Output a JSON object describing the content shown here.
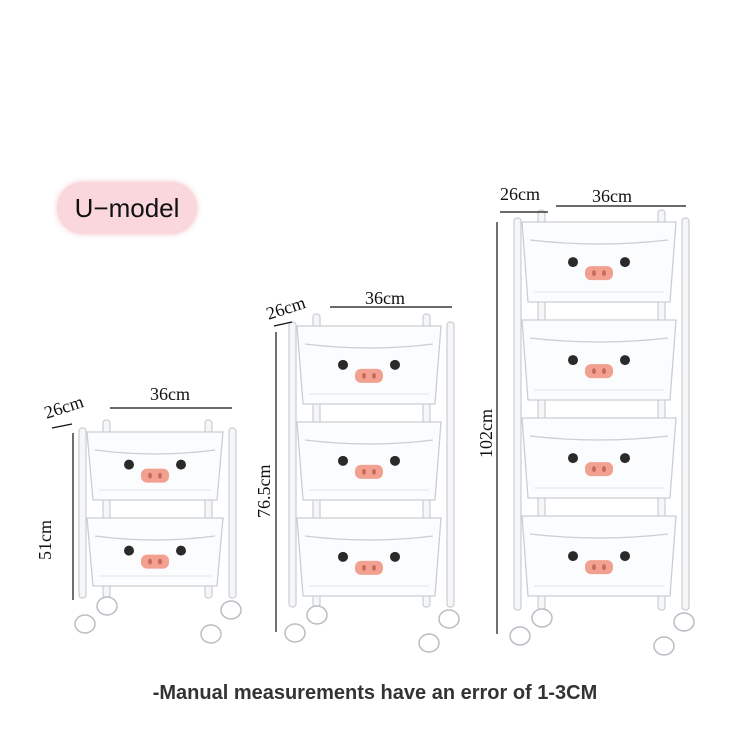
{
  "badge_label": "U−model",
  "footer_note": "-Manual measurements have an error of 1-3CM",
  "carts": [
    {
      "tiers": 2,
      "depth": "26cm",
      "width": "36cm",
      "height": "51cm"
    },
    {
      "tiers": 3,
      "depth": "26cm",
      "width": "36cm",
      "height": "76.5cm"
    },
    {
      "tiers": 4,
      "depth": "26cm",
      "width": "36cm",
      "height": "102cm"
    }
  ],
  "colors": {
    "badge_bg": "#f9d7dc",
    "nose": "#f2a090",
    "eye": "#2a2a2a",
    "frame": "#c9ced4"
  }
}
